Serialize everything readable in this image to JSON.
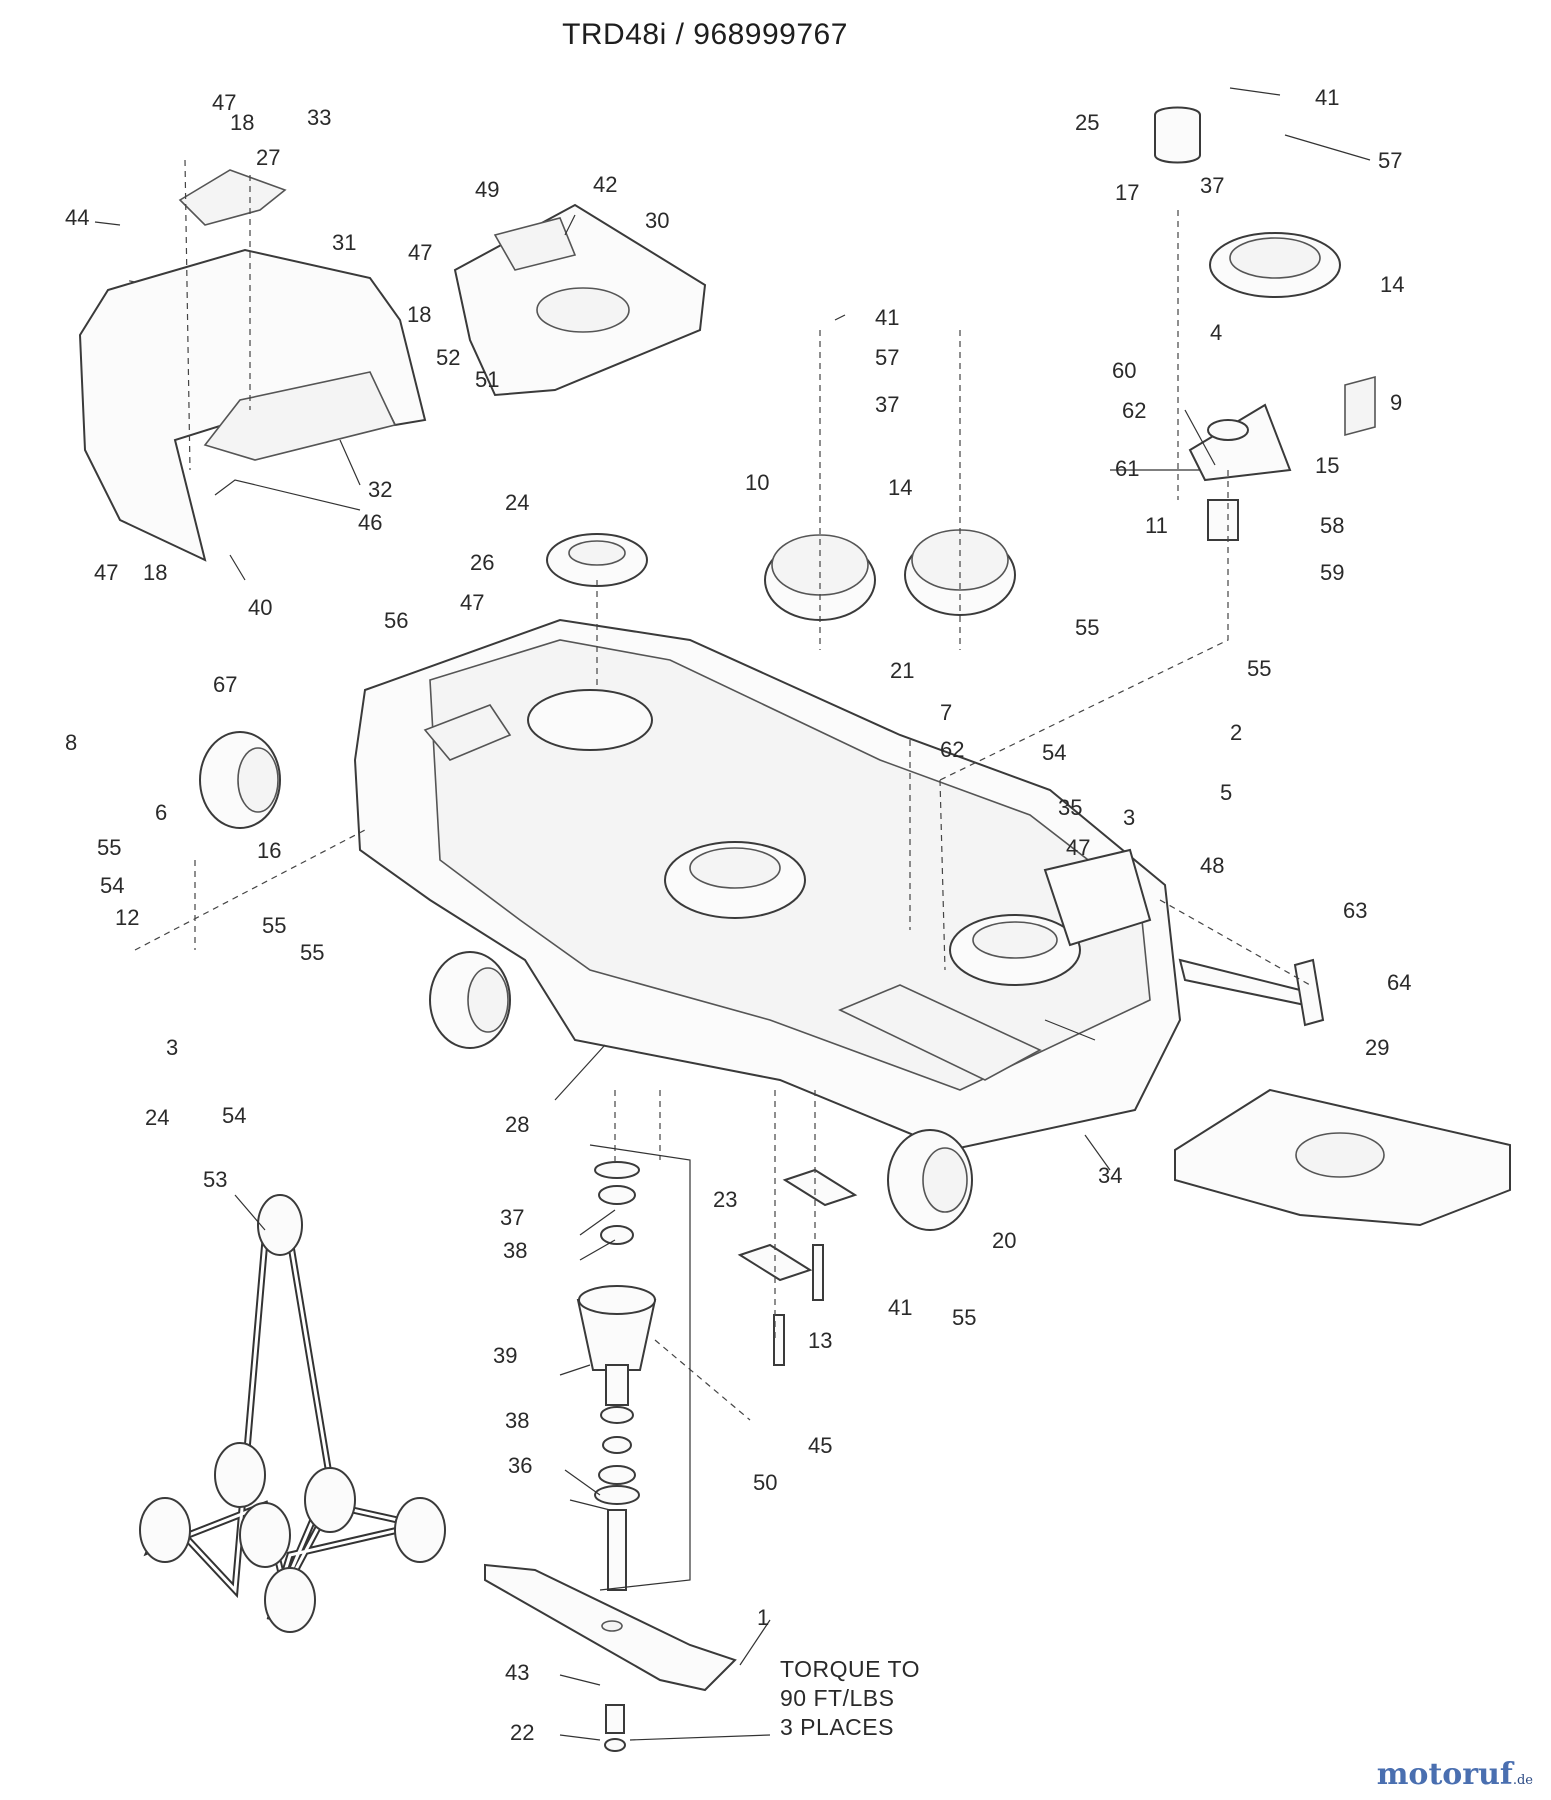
{
  "title": "TRD48i / 968999767",
  "note": {
    "line1": "TORQUE TO",
    "line2": "90 FT/LBS",
    "line3": "3 PLACES"
  },
  "watermark": {
    "name": "motoruf",
    "tld": ".de"
  },
  "callouts": [
    "47",
    "18",
    "33",
    "27",
    "44",
    "31",
    "47",
    "18",
    "47",
    "18",
    "46",
    "32",
    "40",
    "49",
    "42",
    "30",
    "52",
    "51",
    "41",
    "57",
    "37",
    "10",
    "14",
    "21",
    "24",
    "26",
    "47",
    "25",
    "41",
    "17",
    "37",
    "57",
    "14",
    "4",
    "60",
    "62",
    "9",
    "15",
    "61",
    "11",
    "58",
    "59",
    "55",
    "55",
    "7",
    "62",
    "2",
    "54",
    "35",
    "3",
    "5",
    "47",
    "48",
    "56",
    "67",
    "8",
    "6",
    "16",
    "55",
    "54",
    "12",
    "55",
    "55",
    "3",
    "24",
    "54",
    "28",
    "63",
    "64",
    "29",
    "34",
    "20",
    "41",
    "55",
    "53",
    "37",
    "38",
    "23",
    "39",
    "13",
    "38",
    "36",
    "45",
    "50",
    "1",
    "43",
    "22"
  ]
}
